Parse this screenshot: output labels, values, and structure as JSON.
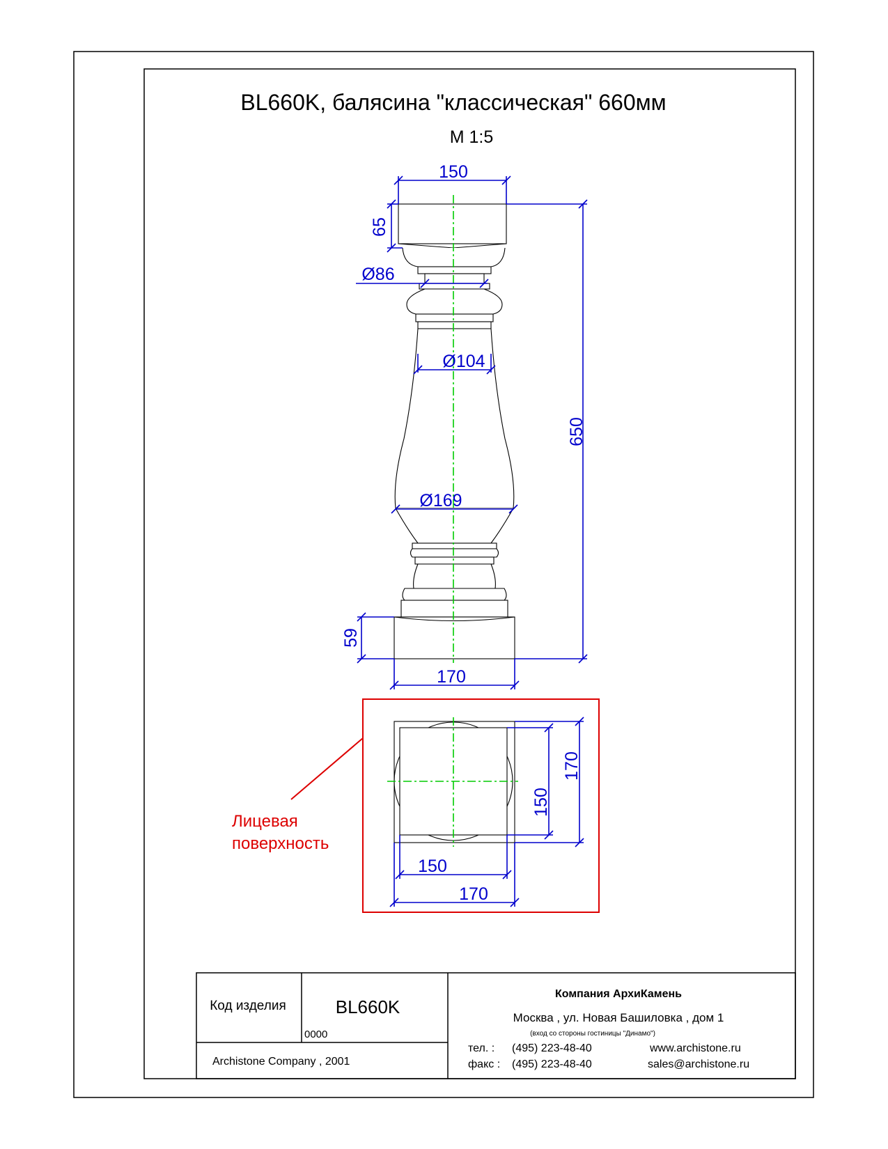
{
  "drawing": {
    "title": "BL660K, балясина \"классическая\" 660мм",
    "scale": "М 1:5",
    "dimensions": {
      "top_width": "150",
      "top_height": "65",
      "neck_diameter": "Ø86",
      "upper_diameter": "Ø104",
      "belly_diameter": "Ø169",
      "total_height": "650",
      "base_height": "59",
      "base_width": "170"
    },
    "plan_view": {
      "inner_h": "150",
      "outer_h": "170",
      "inner_w": "150",
      "outer_w": "170"
    },
    "callout": {
      "line1": "Лицевая",
      "line2": "поверхность",
      "color": "#dd0000"
    }
  },
  "title_block": {
    "code_label": "Код изделия",
    "code_value": "BL660K",
    "code_sub": "0000",
    "company_year": "Archistone  Company ,  2001",
    "company_name": "Компания  АрхиКамень",
    "address": "Москва , ул. Новая Башиловка , дом 1",
    "address_note": "(вход со стороны гостиницы \"Динамо\")",
    "phone_label": "тел.   :",
    "phone": "(495) 223-48-40",
    "fax_label": "факс :",
    "fax": "(495) 223-48-40",
    "website": "www.archistone.ru",
    "email": "sales@archistone.ru"
  },
  "colors": {
    "dimension": "#0000cc",
    "axis": "#00cc00",
    "callout": "#dd0000"
  }
}
